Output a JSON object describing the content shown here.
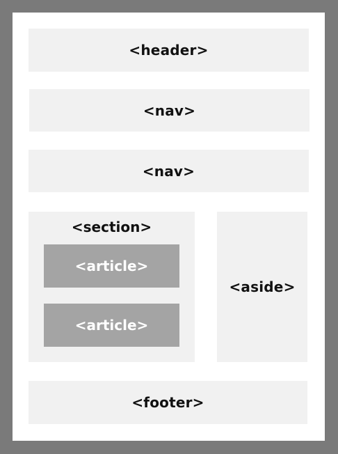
{
  "diagram": {
    "header": "<header>",
    "nav_1": "<nav>",
    "nav_2": "<nav>",
    "section": "<section>",
    "article_1": "<article>",
    "article_2": "<article>",
    "aside": "<aside>",
    "footer": "<footer>"
  },
  "colors": {
    "outer_frame": "#7a7a7a",
    "page_background": "#ffffff",
    "block_background": "#f1f1f1",
    "article_background": "#a4a4a4",
    "dark_text": "#111111",
    "light_text": "#ffffff"
  }
}
